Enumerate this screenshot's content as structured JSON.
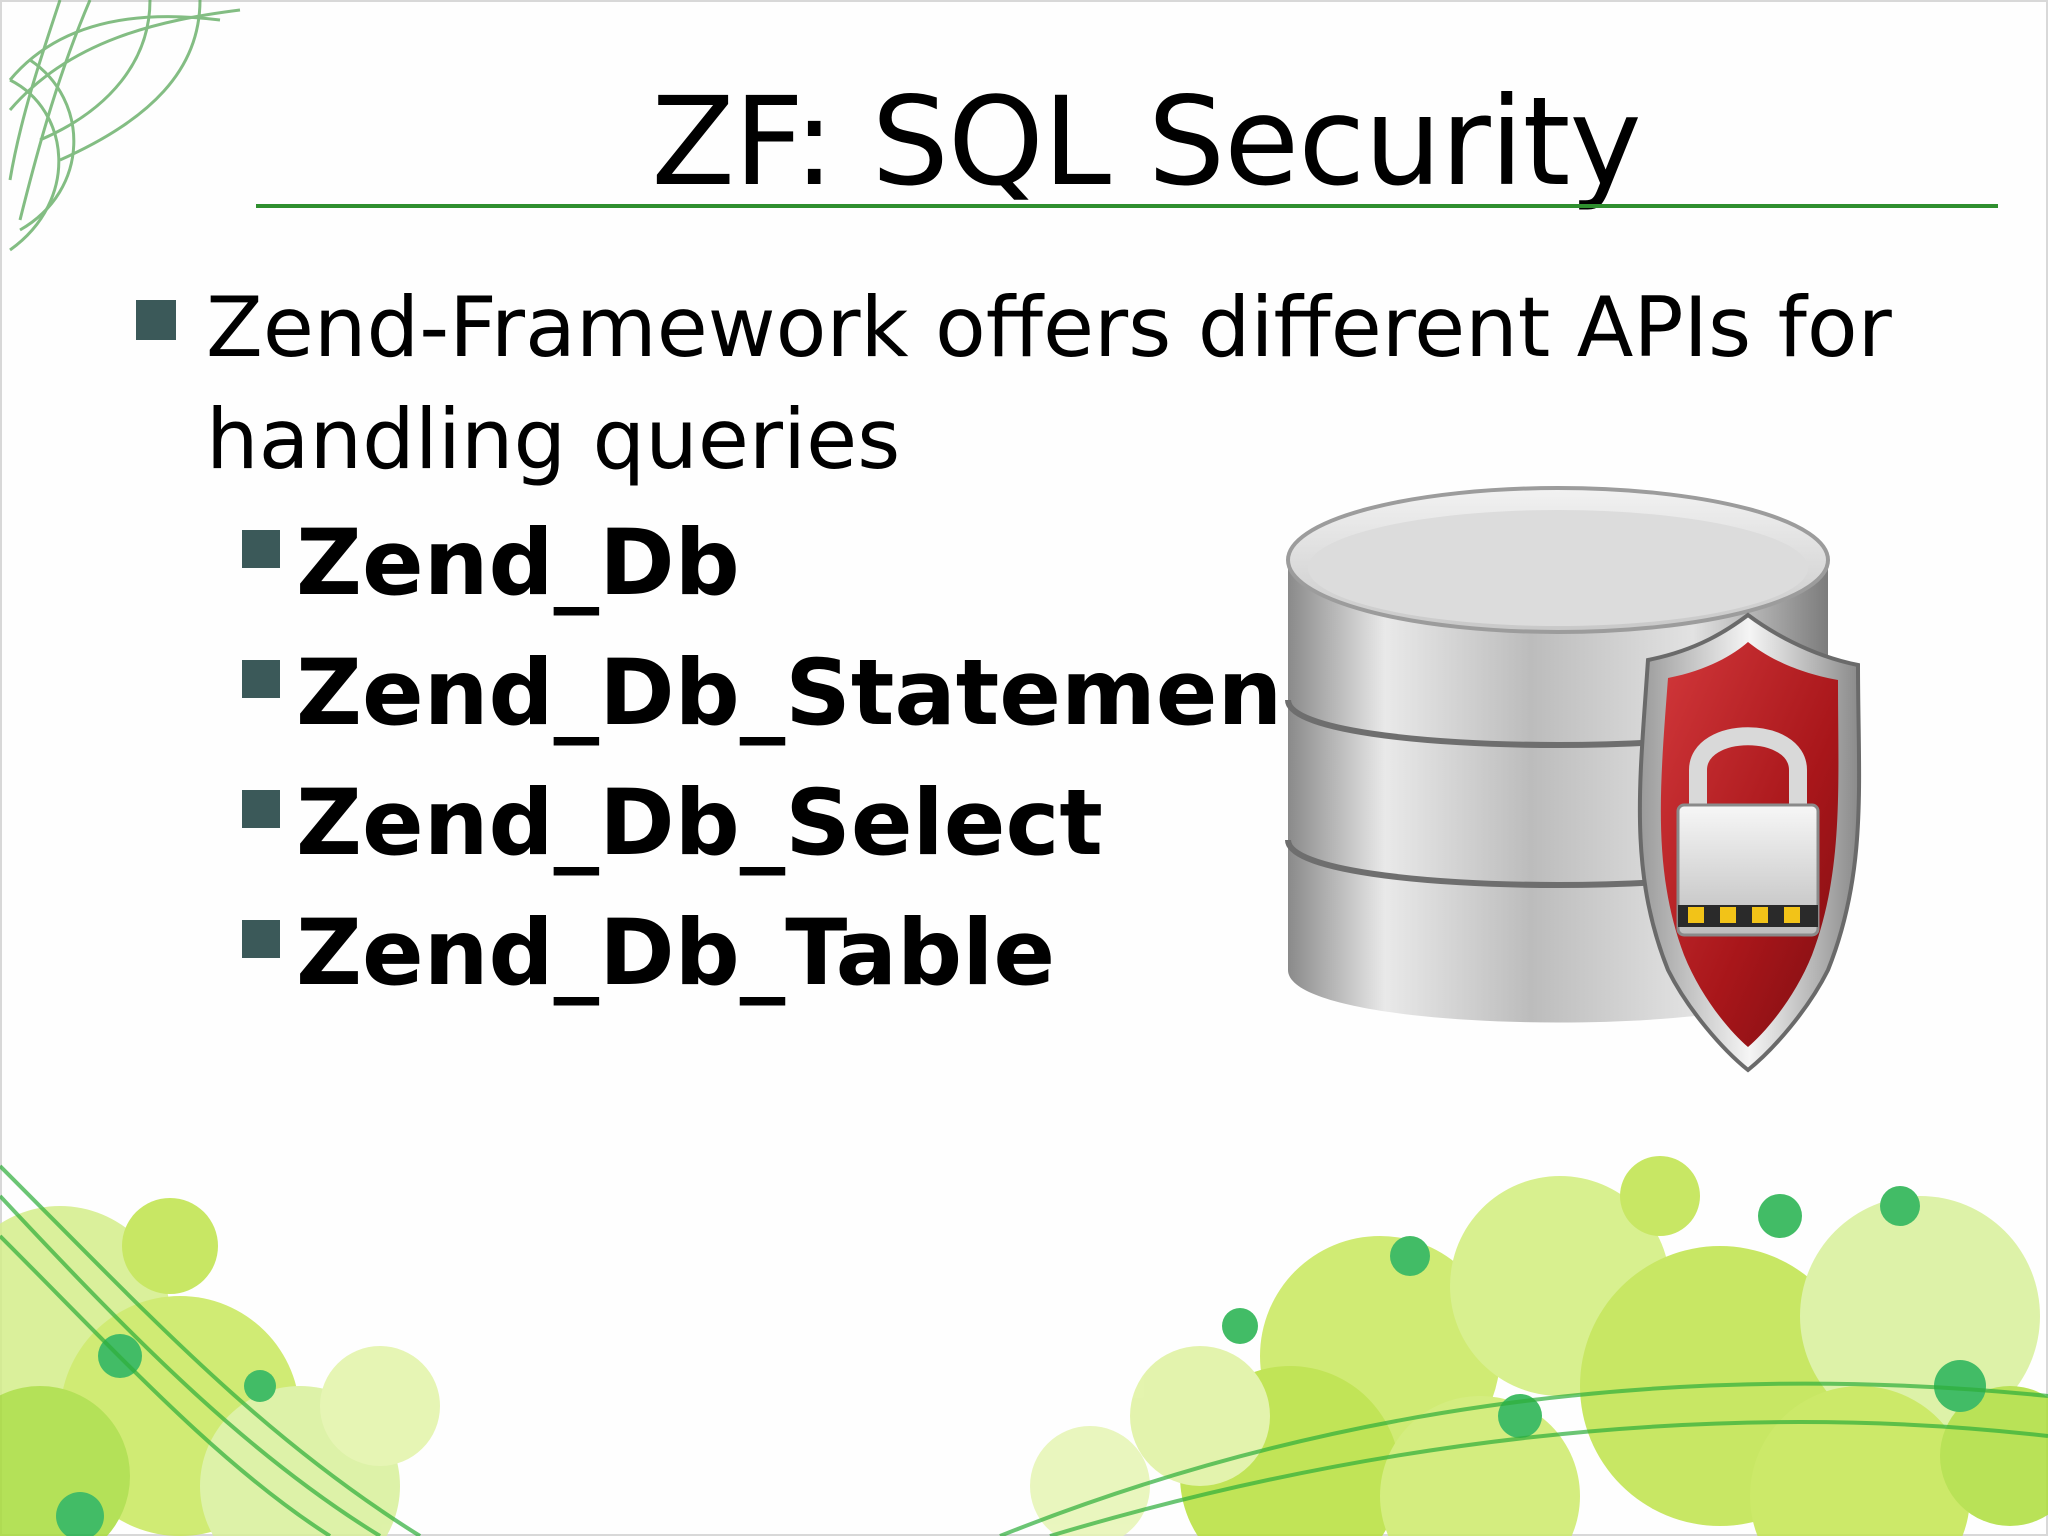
{
  "slide": {
    "title": "ZF: SQL Security",
    "bullet": "Zend-Framework offers different APIs for handling queries",
    "sub_items": [
      {
        "label": "Zend_Db"
      },
      {
        "label": "Zend_Db_Statemen"
      },
      {
        "label": "Zend_Db_Select"
      },
      {
        "label": "Zend_Db_Table"
      }
    ],
    "image": {
      "icon": "secure-database-icon"
    },
    "decorations": {
      "top_left": "swirl-lines",
      "bottom": "green-bubbles"
    },
    "colors": {
      "title_rule": "#2f8f2f",
      "bullet_marker": "#3b5959",
      "shield": "#b81e22",
      "bubble_light": "#c9e85c",
      "bubble_dark": "#22b14c"
    }
  }
}
